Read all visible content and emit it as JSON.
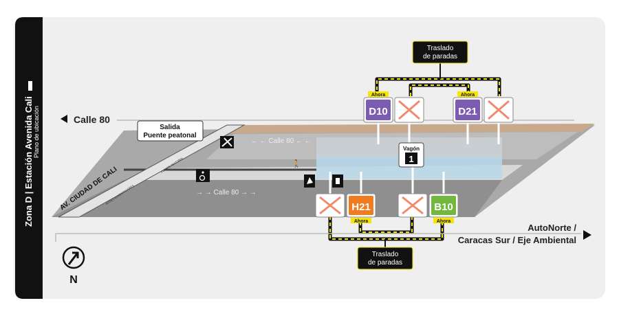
{
  "sidebar": {
    "title": "Zona D | Estación Avenida Cali",
    "subtitle": "Plano de ubicación"
  },
  "streets": {
    "calle80_top": "Calle 80",
    "calle80_westbound": "← ← Calle 80 ← ←",
    "calle80_eastbound": "→ → Calle 80 → →",
    "av_ciudad_de_cali": "AV. CIUDAD DE CALI",
    "puente_peatonal": "PUENTE PEATONAL",
    "buses_alimentadores": "BUSES ALIMENTADORES",
    "destination_line1": "AutoNorte /",
    "destination_line2": "Caracas Sur / Eje Ambiental"
  },
  "exit_label": {
    "line1": "Salida",
    "line2": "Puente peatonal"
  },
  "transfer_top": {
    "line1": "Traslado",
    "line2": "de paradas"
  },
  "transfer_bottom": {
    "line1": "Traslado",
    "line2": "de paradas"
  },
  "vagon": {
    "label": "Vagón",
    "number": "1"
  },
  "now_label": "Ahora",
  "compass": {
    "label": "N"
  },
  "stops": {
    "top": [
      {
        "code": "D10",
        "status": "now",
        "color": "#7b5cb0"
      },
      {
        "code": "",
        "status": "removed"
      },
      {
        "code": "D21",
        "status": "now",
        "color": "#7b5cb0"
      },
      {
        "code": "",
        "status": "removed"
      }
    ],
    "bottom": [
      {
        "code": "",
        "status": "removed"
      },
      {
        "code": "H21",
        "status": "now",
        "color": "#f07c22"
      },
      {
        "code": "",
        "status": "removed"
      },
      {
        "code": "B10",
        "status": "now",
        "color": "#72b83e"
      }
    ]
  },
  "colors": {
    "background": "#efefef",
    "sidebar": "#111111",
    "accent": "#f5e600",
    "cross": "#f08a6a"
  }
}
